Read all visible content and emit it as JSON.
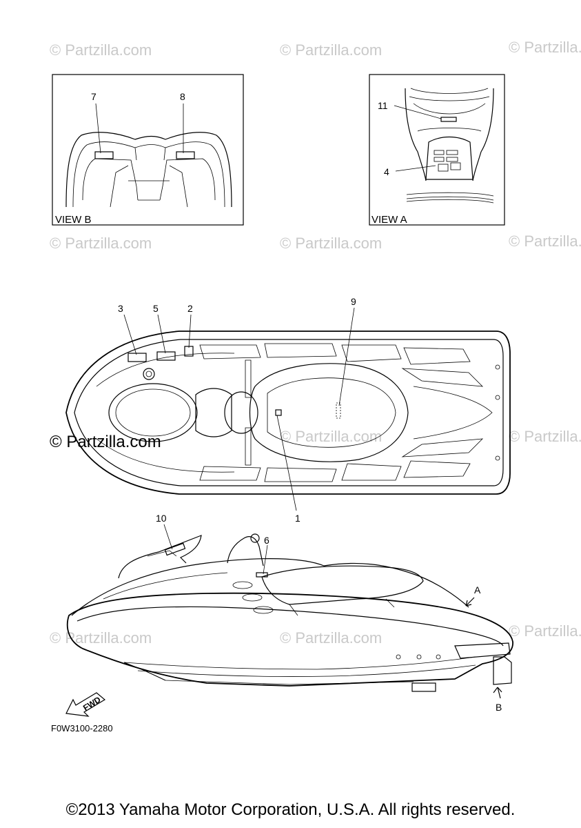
{
  "watermark": "© Partzilla.com",
  "views": {
    "view_b": {
      "label": "VIEW B",
      "callouts": [
        "7",
        "8"
      ]
    },
    "view_a": {
      "label": "VIEW A",
      "callouts": [
        "11",
        "4"
      ]
    }
  },
  "top_view": {
    "callouts": [
      "3",
      "5",
      "2",
      "9",
      "1"
    ]
  },
  "side_view": {
    "callouts": [
      "10",
      "6"
    ],
    "arrow_a": "A",
    "arrow_b": "B",
    "fwd_label": "FWD"
  },
  "part_code": "F0W3100-2280",
  "copyright": "©2013 Yamaha Motor Corporation, U.S.A. All rights reserved."
}
